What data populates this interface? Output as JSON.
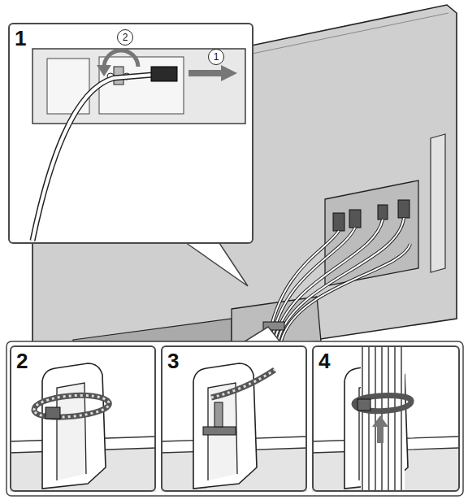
{
  "diagram": {
    "nodes": [
      {
        "text": [
          "1"
        ]
      },
      {
        "text": [
          "1"
        ],
        "in": 0
      },
      {
        "text": [
          "2"
        ],
        "in": 0
      },
      {
        "text": [
          "2"
        ]
      },
      {
        "text": [
          "3"
        ]
      },
      {
        "text": [
          "4"
        ]
      }
    ]
  }
}
